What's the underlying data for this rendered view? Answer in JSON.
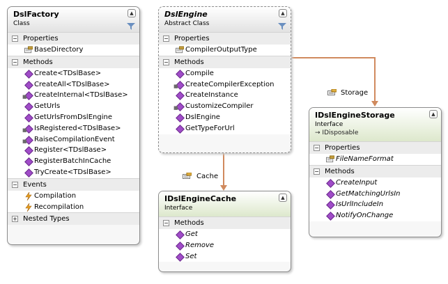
{
  "dslFactory": {
    "title": "DslFactory",
    "stereotype": "Class",
    "sections": {
      "properties": "Properties",
      "methods": "Methods",
      "events": "Events",
      "nested": "Nested Types"
    },
    "properties": [
      "BaseDirectory"
    ],
    "methods": [
      "Create<TDslBase>",
      "CreateAll<TDslBase>",
      "CreateInternal<TDslBase>",
      "GetUrls",
      "GetUrlsFromDslEngine",
      "IsRegistered<TDslBase>",
      "RaiseCompilationEvent",
      "Register<TDslBase>",
      "RegisterBatchInCache",
      "TryCreate<TDslBase>"
    ],
    "events": [
      "Compilation",
      "Recompilation"
    ]
  },
  "dslEngine": {
    "title": "DslEngine",
    "stereotype": "Abstract Class",
    "sections": {
      "properties": "Properties",
      "methods": "Methods"
    },
    "properties": [
      "CompilerOutputType"
    ],
    "methods": [
      "Compile",
      "CreateCompilerException",
      "CreateInstance",
      "CustomizeCompiler",
      "DslEngine",
      "GetTypeForUrl"
    ]
  },
  "engineCache": {
    "title": "IDslEngineCache",
    "stereotype": "Interface",
    "sections": {
      "methods": "Methods"
    },
    "methods": [
      "Get",
      "Remove",
      "Set"
    ]
  },
  "engineStorage": {
    "title": "IDslEngineStorage",
    "stereotype": "Interface",
    "implements": "IDisposable",
    "sections": {
      "properties": "Properties",
      "methods": "Methods"
    },
    "properties": [
      "FileNameFormat"
    ],
    "methods": [
      "CreateInput",
      "GetMatchingUrlsIn",
      "IsUrlIncludeIn",
      "NotifyOnChange"
    ]
  },
  "associations": {
    "storage": "Storage",
    "cache": "Cache"
  },
  "colors": {
    "connector": "#d08a5e",
    "methodIcon": "#a04cc8",
    "eventIcon": "#e8a020",
    "propertyIcon": "#c8a040"
  }
}
